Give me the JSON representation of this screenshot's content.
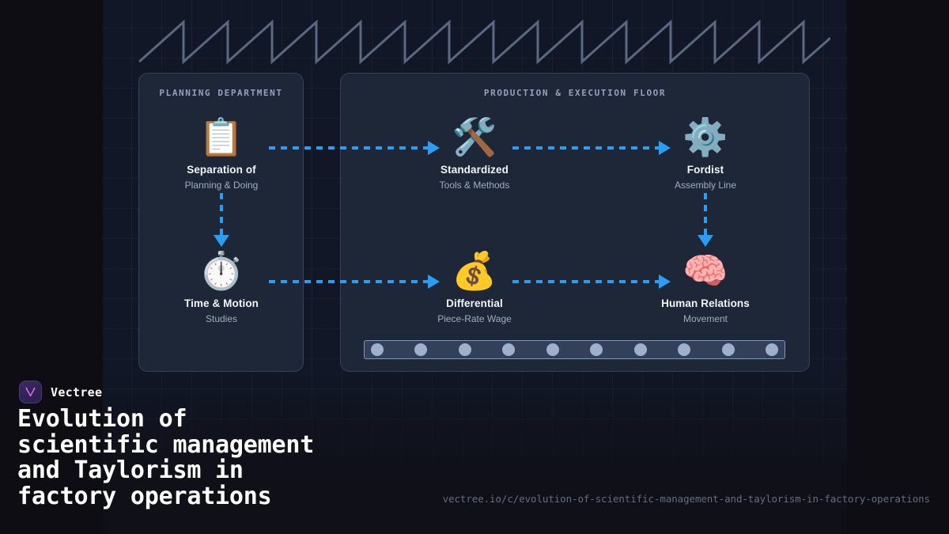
{
  "theme": {
    "page_bg": "#0d0d13",
    "canvas_bg": "#111726",
    "panel_bg": "#1e2738",
    "panel_border": "#37415a",
    "accent_arrow": "#2a9df4",
    "muted_text": "#9fadc2",
    "heading_text": "#ffffff",
    "brand_purple": "#3a2a63",
    "brand_glyph": "#d96ef0"
  },
  "diagram": {
    "decorations": {
      "roofline_name": "factory-sawtooth-roofline",
      "circle_name": "dashed-cycle-circle",
      "conveyor_roller_count": 10
    },
    "panels": [
      {
        "id": "planning",
        "title": "PLANNING DEPARTMENT"
      },
      {
        "id": "production",
        "title": "PRODUCTION & EXECUTION FLOOR"
      }
    ],
    "nodes": [
      {
        "id": "separation",
        "icon": "📋",
        "icon_name": "clipboard-icon",
        "title": "Separation of",
        "subtitle": "Planning & Doing"
      },
      {
        "id": "timemotion",
        "icon": "⏱️",
        "icon_name": "stopwatch-icon",
        "title": "Time & Motion",
        "subtitle": "Studies"
      },
      {
        "id": "standardized",
        "icon": "🛠️",
        "icon_name": "hammer-and-wrench-icon",
        "title": "Standardized",
        "subtitle": "Tools & Methods"
      },
      {
        "id": "differential",
        "icon": "💰",
        "icon_name": "money-bag-icon",
        "title": "Differential",
        "subtitle": "Piece-Rate Wage"
      },
      {
        "id": "fordist",
        "icon": "⚙️",
        "icon_name": "gear-icon",
        "title": "Fordist",
        "subtitle": "Assembly Line"
      },
      {
        "id": "human",
        "icon": "🧠",
        "icon_name": "brain-icon",
        "title": "Human Relations",
        "subtitle": "Movement"
      }
    ],
    "connectors": [
      {
        "id": "a",
        "from": "separation",
        "to": "standardized",
        "direction": "right"
      },
      {
        "id": "b",
        "from": "standardized",
        "to": "fordist",
        "direction": "right"
      },
      {
        "id": "c",
        "from": "timemotion",
        "to": "differential",
        "direction": "right"
      },
      {
        "id": "d",
        "from": "differential",
        "to": "human",
        "direction": "right"
      },
      {
        "id": "e",
        "from": "separation",
        "to": "timemotion",
        "direction": "down"
      },
      {
        "id": "f",
        "from": "fordist",
        "to": "human",
        "direction": "down"
      }
    ]
  },
  "footer": {
    "brand_name": "Vectree",
    "headline": "Evolution of\nscientific management\nand Taylorism in\nfactory operations",
    "url": "vectree.io/c/evolution-of-scientific-management-and-taylorism-in-factory-operations"
  }
}
